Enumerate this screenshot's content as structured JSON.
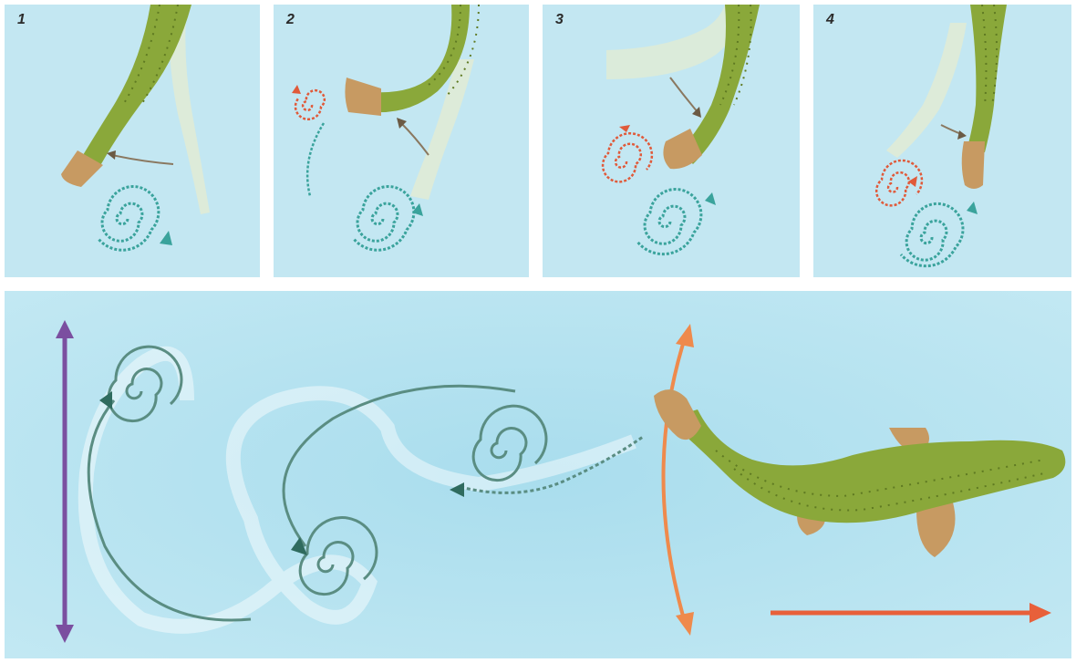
{
  "panels": [
    {
      "number": "1"
    },
    {
      "number": "2"
    },
    {
      "number": "3"
    },
    {
      "number": "4"
    }
  ],
  "colors": {
    "water": "#bfe6f1",
    "water_light": "#d9f1f8",
    "fish_body": "#8aa83a",
    "fish_dark": "#5f7a22",
    "fin": "#c79a62",
    "vortex_teal": "#3aa39c",
    "vortex_red": "#e05a3a",
    "wake_arrow": "#6b5a44",
    "lateral_force": "#7b4fa0",
    "thrust_arrow": "#e8603a",
    "fin_sweep_arrow": "#ef8a4c"
  },
  "icons": {
    "thrust": "right-arrow-icon",
    "lateral": "double-arrow-icon",
    "tail_sweep": "curved-double-arrow-icon"
  }
}
